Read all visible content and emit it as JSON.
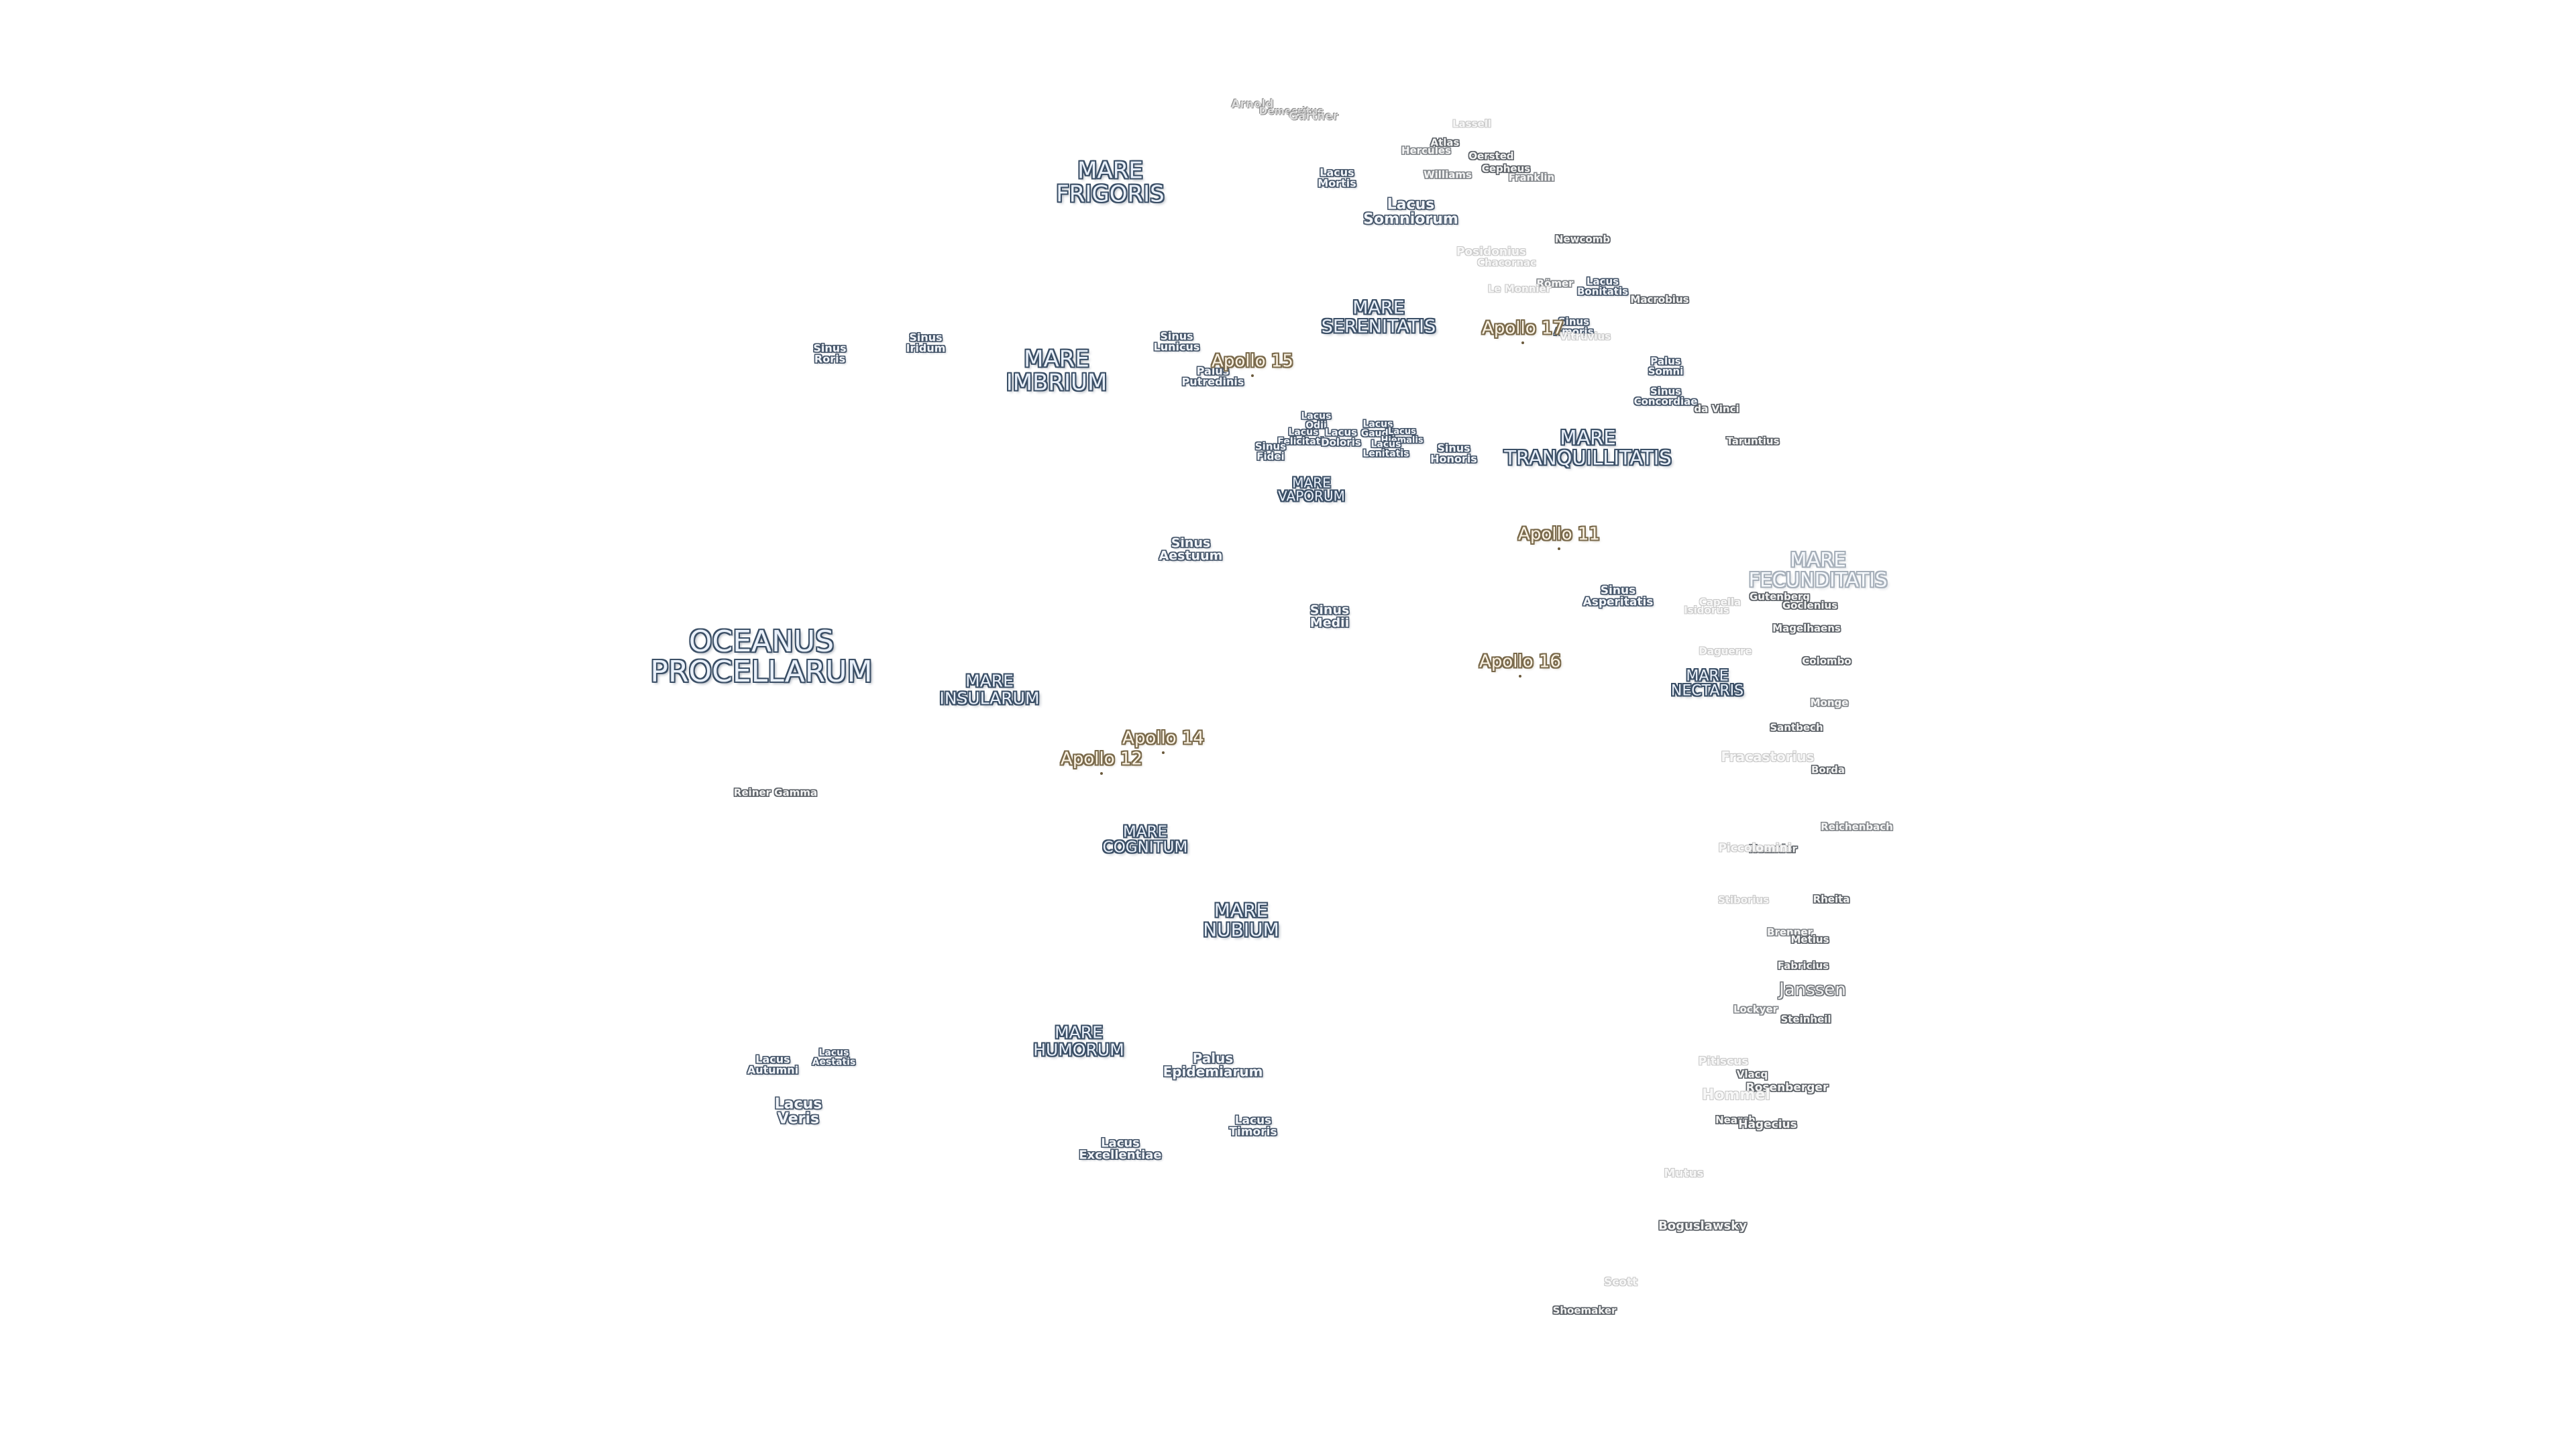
{
  "colors": {
    "background": "#ffffff",
    "mare_outline": "#3b4f66",
    "crater_outline": "#5d6268",
    "apollo_outline": "#7a6a4c"
  },
  "maria": [
    {
      "label": "OCEANUS\nPROCELLARUM"
    },
    {
      "label": "MARE\nFRIGORIS"
    },
    {
      "label": "MARE\nIMBRIUM"
    },
    {
      "label": "MARE\nSERENITATIS"
    },
    {
      "label": "MARE\nTRANQUILLITATIS"
    },
    {
      "label": "MARE\nFECUNDITATIS"
    },
    {
      "label": "MARE\nINSULARUM"
    },
    {
      "label": "MARE\nNUBIUM"
    },
    {
      "label": "MARE\nCOGNITUM"
    },
    {
      "label": "MARE\nHUMORUM"
    },
    {
      "label": "MARE\nNECTARIS"
    },
    {
      "label": "MARE\nVAPORUM"
    }
  ],
  "features": [
    {
      "label": "Lacus\nMortis"
    },
    {
      "label": "Lacus\nSomniorum"
    },
    {
      "label": "Sinus\nRoris"
    },
    {
      "label": "Sinus\nIridum"
    },
    {
      "label": "Sinus\nLunicus"
    },
    {
      "label": "Palus\nPutredinis"
    },
    {
      "label": "Lacus\nFelicitatis"
    },
    {
      "label": "Lacus\nOdii"
    },
    {
      "label": "Lacus\nDoloris"
    },
    {
      "label": "Lacus\nGaudii"
    },
    {
      "label": "Lacus\nHiemalis"
    },
    {
      "label": "Lacus\nLenitatis"
    },
    {
      "label": "Sinus\nFidei"
    },
    {
      "label": "Sinus\nHonoris"
    },
    {
      "label": "Lacus\nBonitatis"
    },
    {
      "label": "Sinus\nAmoris"
    },
    {
      "label": "Palus\nSomni"
    },
    {
      "label": "Sinus\nConcordiae"
    },
    {
      "label": "Sinus\nAestuum"
    },
    {
      "label": "Sinus\nMedii"
    },
    {
      "label": "Sinus\nAsperitatis"
    },
    {
      "label": "Lacus\nAutumni"
    },
    {
      "label": "Lacus\nAestatis"
    },
    {
      "label": "Lacus\nVeris"
    },
    {
      "label": "Palus\nEpidemiarum"
    },
    {
      "label": "Lacus\nTimoris"
    },
    {
      "label": "Lacus\nExcellentiae"
    }
  ],
  "craters": [
    {
      "label": "Arnold"
    },
    {
      "label": "Democritus"
    },
    {
      "label": "Gärtner"
    },
    {
      "label": "Hercules"
    },
    {
      "label": "Atlas"
    },
    {
      "label": "Oersted"
    },
    {
      "label": "Cepheus"
    },
    {
      "label": "Williams"
    },
    {
      "label": "Franklin"
    },
    {
      "label": "Newcomb"
    },
    {
      "label": "Römer"
    },
    {
      "label": "Macrobius"
    },
    {
      "label": "da Vinci"
    },
    {
      "label": "Taruntius"
    },
    {
      "label": "Gutenberg"
    },
    {
      "label": "Goclenius"
    },
    {
      "label": "Magelhaens"
    },
    {
      "label": "Colombo"
    },
    {
      "label": "Monge"
    },
    {
      "label": "Santbech"
    },
    {
      "label": "Borda"
    },
    {
      "label": "Reichenbach"
    },
    {
      "label": "Neander"
    },
    {
      "label": "Rheita"
    },
    {
      "label": "Brenner"
    },
    {
      "label": "Metius"
    },
    {
      "label": "Fabricius"
    },
    {
      "label": "Janssen"
    },
    {
      "label": "Lockyer"
    },
    {
      "label": "Steinheil"
    },
    {
      "label": "Vlacq"
    },
    {
      "label": "Rosenberger"
    },
    {
      "label": "Nearch"
    },
    {
      "label": "Hagecius"
    },
    {
      "label": "Boguslawsky"
    },
    {
      "label": "Shoemaker"
    },
    {
      "label": "Reiner Gamma"
    }
  ],
  "faint_craters": [
    {
      "label": "Posidonius"
    },
    {
      "label": "Chacornac"
    },
    {
      "label": "Le Monnier"
    },
    {
      "label": "Vitruvius"
    },
    {
      "label": "Capella"
    },
    {
      "label": "Isidorus"
    },
    {
      "label": "Daguerre"
    },
    {
      "label": "Fracastorius"
    },
    {
      "label": "Piccolomini"
    },
    {
      "label": "Stiborius"
    },
    {
      "label": "Pitiscus"
    },
    {
      "label": "Hommel"
    },
    {
      "label": "Mutus"
    },
    {
      "label": "Scott"
    },
    {
      "label": "Lassell"
    }
  ],
  "apollo_sites": [
    {
      "label": "Apollo 15"
    },
    {
      "label": "Apollo 17"
    },
    {
      "label": "Apollo 11"
    },
    {
      "label": "Apollo 16"
    },
    {
      "label": "Apollo 14"
    },
    {
      "label": "Apollo 12"
    }
  ]
}
